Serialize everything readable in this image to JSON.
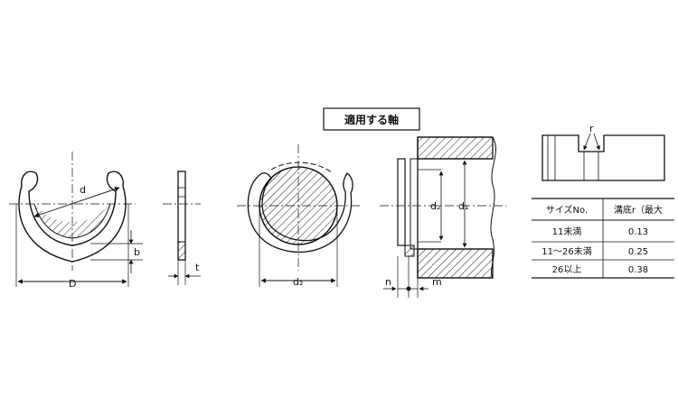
{
  "title": "適用する軸",
  "ring_view": {
    "labels": {
      "d": "d",
      "b": "b",
      "D": "D"
    }
  },
  "side_view": {
    "labels": {
      "t": "t"
    }
  },
  "shaft_view": {
    "labels": {
      "d2": "d₂"
    }
  },
  "groove_view": {
    "labels": {
      "d2": "d₂",
      "d1": "d₁",
      "n": "n",
      "m": "m"
    }
  },
  "detail": {
    "labels": {
      "r": "r"
    }
  },
  "table": {
    "headers": [
      "サイズNo.",
      "溝底r（最大"
    ],
    "rows": [
      [
        "11未満",
        "0.13"
      ],
      [
        "11〜26未満",
        "0.25"
      ],
      [
        "26以上",
        "0.38"
      ]
    ]
  }
}
